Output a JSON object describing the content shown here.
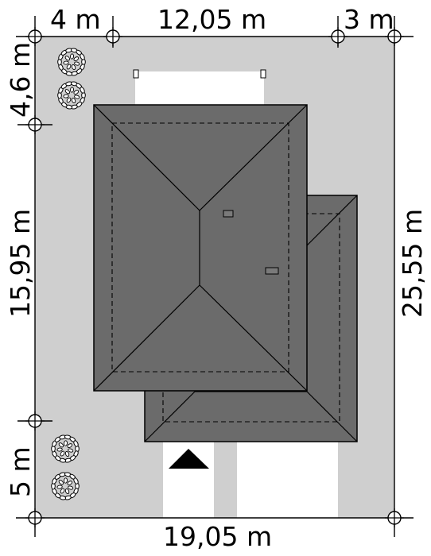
{
  "dimensions": {
    "top_left": "4 m",
    "top_middle": "12,05 m",
    "top_right": "3 m",
    "bottom": "19,05 m",
    "left_top": "4,6 m",
    "left_middle": "15,95 m",
    "left_bottom": "5 m",
    "right": "25,55 m"
  },
  "colors": {
    "plot": "#cfcfcf",
    "roof": "#6b6b6b",
    "roof_lines": "#000000",
    "paving": "#ffffff"
  },
  "icons": [
    "tree-icon",
    "entrance-arrow-icon",
    "survey-marker-icon"
  ]
}
